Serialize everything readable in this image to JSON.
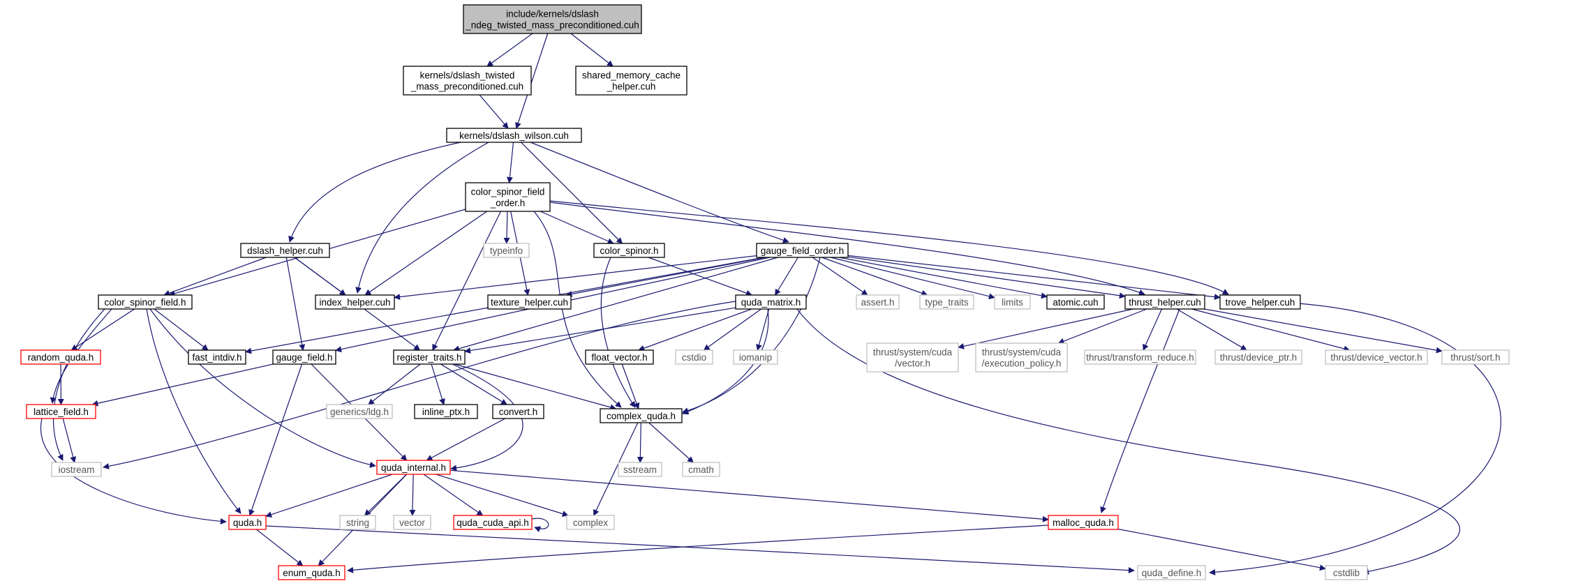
{
  "title": "include/kernels/dslash_ndeg_twisted_mass_preconditioned.cuh",
  "colors": {
    "background": "#ffffff",
    "edge": "#191970",
    "root_fill": "#bfbfbf",
    "node_border": "#000000",
    "incomplete_border": "#ff0000",
    "external_border": "#bfbfbf",
    "external_text": "#555555"
  },
  "nodes": [
    {
      "id": "root",
      "lines": [
        "include/kernels/dslash",
        "_ndeg_twisted_mass_preconditioned.cuh"
      ],
      "kind": "root"
    },
    {
      "id": "dslash_twisted",
      "lines": [
        "kernels/dslash_twisted",
        "_mass_preconditioned.cuh"
      ],
      "kind": "normal"
    },
    {
      "id": "shared_mem",
      "lines": [
        "shared_memory_cache",
        "_helper.cuh"
      ],
      "kind": "normal"
    },
    {
      "id": "dslash_wilson",
      "lines": [
        "kernels/dslash_wilson.cuh"
      ],
      "kind": "normal"
    },
    {
      "id": "csf_order",
      "lines": [
        "color_spinor_field",
        "_order.h"
      ],
      "kind": "normal"
    },
    {
      "id": "typeinfo",
      "lines": [
        "typeinfo"
      ],
      "kind": "external"
    },
    {
      "id": "color_spinor",
      "lines": [
        "color_spinor.h"
      ],
      "kind": "normal"
    },
    {
      "id": "dslash_helper",
      "lines": [
        "dslash_helper.cuh"
      ],
      "kind": "normal"
    },
    {
      "id": "gauge_field_order",
      "lines": [
        "gauge_field_order.h"
      ],
      "kind": "normal"
    },
    {
      "id": "color_spinor_field",
      "lines": [
        "color_spinor_field.h"
      ],
      "kind": "normal"
    },
    {
      "id": "index_helper",
      "lines": [
        "index_helper.cuh"
      ],
      "kind": "normal"
    },
    {
      "id": "texture_helper",
      "lines": [
        "texture_helper.cuh"
      ],
      "kind": "normal"
    },
    {
      "id": "quda_matrix",
      "lines": [
        "quda_matrix.h"
      ],
      "kind": "normal"
    },
    {
      "id": "assert",
      "lines": [
        "assert.h"
      ],
      "kind": "external"
    },
    {
      "id": "type_traits",
      "lines": [
        "type_traits"
      ],
      "kind": "external"
    },
    {
      "id": "limits",
      "lines": [
        "limits"
      ],
      "kind": "external"
    },
    {
      "id": "atomic",
      "lines": [
        "atomic.cuh"
      ],
      "kind": "normal"
    },
    {
      "id": "thrust_helper",
      "lines": [
        "thrust_helper.cuh"
      ],
      "kind": "normal"
    },
    {
      "id": "trove_helper",
      "lines": [
        "trove_helper.cuh"
      ],
      "kind": "normal"
    },
    {
      "id": "random_quda",
      "lines": [
        "random_quda.h"
      ],
      "kind": "incomplete"
    },
    {
      "id": "fast_intdiv",
      "lines": [
        "fast_intdiv.h"
      ],
      "kind": "normal"
    },
    {
      "id": "gauge_field",
      "lines": [
        "gauge_field.h"
      ],
      "kind": "normal"
    },
    {
      "id": "register_traits",
      "lines": [
        "register_traits.h"
      ],
      "kind": "normal"
    },
    {
      "id": "float_vector",
      "lines": [
        "float_vector.h"
      ],
      "kind": "normal"
    },
    {
      "id": "cstdio",
      "lines": [
        "cstdio"
      ],
      "kind": "external"
    },
    {
      "id": "iomanip",
      "lines": [
        "iomanip"
      ],
      "kind": "external"
    },
    {
      "id": "thrust_vector",
      "lines": [
        "thrust/system/cuda",
        "/vector.h"
      ],
      "kind": "external"
    },
    {
      "id": "thrust_exec",
      "lines": [
        "thrust/system/cuda",
        "/execution_policy.h"
      ],
      "kind": "external"
    },
    {
      "id": "thrust_reduce",
      "lines": [
        "thrust/transform_reduce.h"
      ],
      "kind": "external"
    },
    {
      "id": "thrust_ptr",
      "lines": [
        "thrust/device_ptr.h"
      ],
      "kind": "external"
    },
    {
      "id": "thrust_dvec",
      "lines": [
        "thrust/device_vector.h"
      ],
      "kind": "external"
    },
    {
      "id": "thrust_sort",
      "lines": [
        "thrust/sort.h"
      ],
      "kind": "external"
    },
    {
      "id": "lattice_field",
      "lines": [
        "lattice_field.h"
      ],
      "kind": "incomplete"
    },
    {
      "id": "generics_ldg",
      "lines": [
        "generics/ldg.h"
      ],
      "kind": "external"
    },
    {
      "id": "inline_ptx",
      "lines": [
        "inline_ptx.h"
      ],
      "kind": "normal"
    },
    {
      "id": "convert",
      "lines": [
        "convert.h"
      ],
      "kind": "normal"
    },
    {
      "id": "complex_quda",
      "lines": [
        "complex_quda.h"
      ],
      "kind": "normal"
    },
    {
      "id": "iostream",
      "lines": [
        "iostream"
      ],
      "kind": "external"
    },
    {
      "id": "quda_internal",
      "lines": [
        "quda_internal.h"
      ],
      "kind": "incomplete"
    },
    {
      "id": "sstream",
      "lines": [
        "sstream"
      ],
      "kind": "external"
    },
    {
      "id": "cmath",
      "lines": [
        "cmath"
      ],
      "kind": "external"
    },
    {
      "id": "quda_h",
      "lines": [
        "quda.h"
      ],
      "kind": "incomplete"
    },
    {
      "id": "string",
      "lines": [
        "string"
      ],
      "kind": "external"
    },
    {
      "id": "vector",
      "lines": [
        "vector"
      ],
      "kind": "external"
    },
    {
      "id": "quda_cuda_api",
      "lines": [
        "quda_cuda_api.h"
      ],
      "kind": "incomplete"
    },
    {
      "id": "complex",
      "lines": [
        "complex"
      ],
      "kind": "external"
    },
    {
      "id": "malloc_quda",
      "lines": [
        "malloc_quda.h"
      ],
      "kind": "incomplete"
    },
    {
      "id": "enum_quda",
      "lines": [
        "enum_quda.h"
      ],
      "kind": "incomplete"
    },
    {
      "id": "quda_define",
      "lines": [
        "quda_define.h"
      ],
      "kind": "external"
    },
    {
      "id": "cstdlib",
      "lines": [
        "cstdlib"
      ],
      "kind": "external"
    }
  ],
  "edges": [
    [
      "root",
      "dslash_twisted"
    ],
    [
      "root",
      "shared_mem"
    ],
    [
      "root",
      "dslash_wilson"
    ],
    [
      "dslash_twisted",
      "dslash_wilson"
    ],
    [
      "dslash_wilson",
      "csf_order"
    ],
    [
      "dslash_wilson",
      "color_spinor"
    ],
    [
      "dslash_wilson",
      "dslash_helper"
    ],
    [
      "dslash_wilson",
      "index_helper"
    ],
    [
      "dslash_wilson",
      "gauge_field_order"
    ],
    [
      "csf_order",
      "typeinfo"
    ],
    [
      "csf_order",
      "color_spinor"
    ],
    [
      "csf_order",
      "color_spinor_field"
    ],
    [
      "csf_order",
      "index_helper"
    ],
    [
      "csf_order",
      "texture_helper"
    ],
    [
      "csf_order",
      "register_traits"
    ],
    [
      "csf_order",
      "complex_quda"
    ],
    [
      "csf_order",
      "trove_helper"
    ],
    [
      "csf_order",
      "thrust_helper"
    ],
    [
      "color_spinor",
      "quda_matrix"
    ],
    [
      "color_spinor",
      "complex_quda"
    ],
    [
      "dslash_helper",
      "color_spinor_field"
    ],
    [
      "dslash_helper",
      "index_helper"
    ],
    [
      "dslash_helper",
      "gauge_field"
    ],
    [
      "dslash_helper",
      "register_traits"
    ],
    [
      "gauge_field_order",
      "index_helper"
    ],
    [
      "gauge_field_order",
      "texture_helper"
    ],
    [
      "gauge_field_order",
      "quda_matrix"
    ],
    [
      "gauge_field_order",
      "assert"
    ],
    [
      "gauge_field_order",
      "type_traits"
    ],
    [
      "gauge_field_order",
      "limits"
    ],
    [
      "gauge_field_order",
      "atomic"
    ],
    [
      "gauge_field_order",
      "thrust_helper"
    ],
    [
      "gauge_field_order",
      "trove_helper"
    ],
    [
      "gauge_field_order",
      "gauge_field"
    ],
    [
      "gauge_field_order",
      "fast_intdiv"
    ],
    [
      "gauge_field_order",
      "register_traits"
    ],
    [
      "gauge_field_order",
      "complex_quda"
    ],
    [
      "color_spinor_field",
      "random_quda"
    ],
    [
      "color_spinor_field",
      "fast_intdiv"
    ],
    [
      "color_spinor_field",
      "lattice_field"
    ],
    [
      "color_spinor_field",
      "iostream"
    ],
    [
      "color_spinor_field",
      "quda_internal"
    ],
    [
      "color_spinor_field",
      "quda_h"
    ],
    [
      "random_quda",
      "lattice_field"
    ],
    [
      "quda_matrix",
      "register_traits"
    ],
    [
      "quda_matrix",
      "float_vector"
    ],
    [
      "quda_matrix",
      "cstdio"
    ],
    [
      "quda_matrix",
      "iomanip"
    ],
    [
      "quda_matrix",
      "complex_quda"
    ],
    [
      "quda_matrix",
      "iostream"
    ],
    [
      "quda_matrix",
      "cstdlib"
    ],
    [
      "thrust_helper",
      "thrust_vector"
    ],
    [
      "thrust_helper",
      "thrust_exec"
    ],
    [
      "thrust_helper",
      "thrust_reduce"
    ],
    [
      "thrust_helper",
      "thrust_ptr"
    ],
    [
      "thrust_helper",
      "thrust_dvec"
    ],
    [
      "thrust_helper",
      "thrust_sort"
    ],
    [
      "thrust_helper",
      "malloc_quda"
    ],
    [
      "trove_helper",
      "quda_define"
    ],
    [
      "gauge_field",
      "lattice_field"
    ],
    [
      "gauge_field",
      "quda_internal"
    ],
    [
      "gauge_field",
      "quda_h"
    ],
    [
      "register_traits",
      "generics_ldg"
    ],
    [
      "register_traits",
      "inline_ptx"
    ],
    [
      "register_traits",
      "convert"
    ],
    [
      "register_traits",
      "complex_quda"
    ],
    [
      "register_traits",
      "quda_internal"
    ],
    [
      "float_vector",
      "complex_quda"
    ],
    [
      "convert",
      "quda_internal"
    ],
    [
      "complex_quda",
      "sstream"
    ],
    [
      "complex_quda",
      "cmath"
    ],
    [
      "complex_quda",
      "complex"
    ],
    [
      "lattice_field",
      "iostream"
    ],
    [
      "lattice_field",
      "quda_h"
    ],
    [
      "quda_internal",
      "quda_h"
    ],
    [
      "quda_internal",
      "string"
    ],
    [
      "quda_internal",
      "vector"
    ],
    [
      "quda_internal",
      "quda_cuda_api"
    ],
    [
      "quda_internal",
      "complex"
    ],
    [
      "quda_internal",
      "malloc_quda"
    ],
    [
      "quda_internal",
      "enum_quda"
    ],
    [
      "quda_cuda_api",
      "quda_cuda_api"
    ],
    [
      "quda_h",
      "enum_quda"
    ],
    [
      "quda_h",
      "quda_define"
    ],
    [
      "malloc_quda",
      "enum_quda"
    ],
    [
      "malloc_quda",
      "cstdlib"
    ]
  ]
}
